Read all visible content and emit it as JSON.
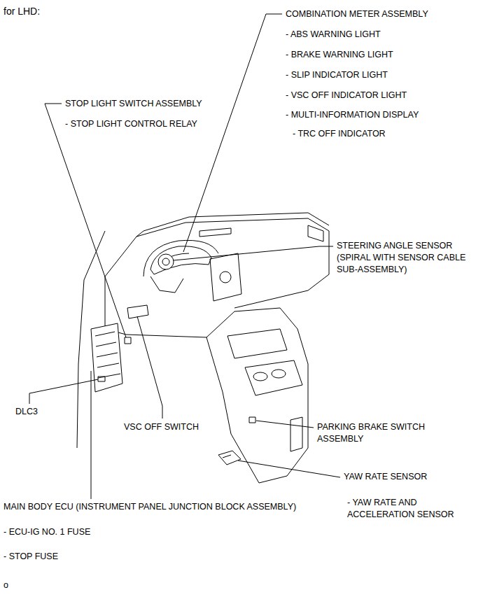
{
  "diagram": {
    "title": "for LHD:",
    "labels": [
      "COMBINATION METER ASSEMBLY",
      "- ABS WARNING LIGHT",
      "- BRAKE WARNING LIGHT",
      "- SLIP INDICATOR LIGHT",
      "- VSC OFF INDICATOR LIGHT",
      "- MULTI-INFORMATION DISPLAY",
      "- TRC OFF INDICATOR",
      "STOP LIGHT SWITCH ASSEMBLY",
      "- STOP LIGHT CONTROL RELAY",
      "STEERING ANGLE SENSOR (SPIRAL WITH SENSOR CABLE SUB-ASSEMBLY)",
      "DLC3",
      "VSC OFF SWITCH",
      "PARKING BRAKE SWITCH ASSEMBLY",
      "YAW RATE SENSOR",
      "- YAW RATE AND ACCELERATION SENSOR",
      "MAIN BODY ECU (INSTRUMENT PANEL JUNCTION BLOCK ASSEMBLY)",
      "- ECU-IG NO. 1 FUSE",
      "- STOP FUSE",
      "o"
    ]
  }
}
